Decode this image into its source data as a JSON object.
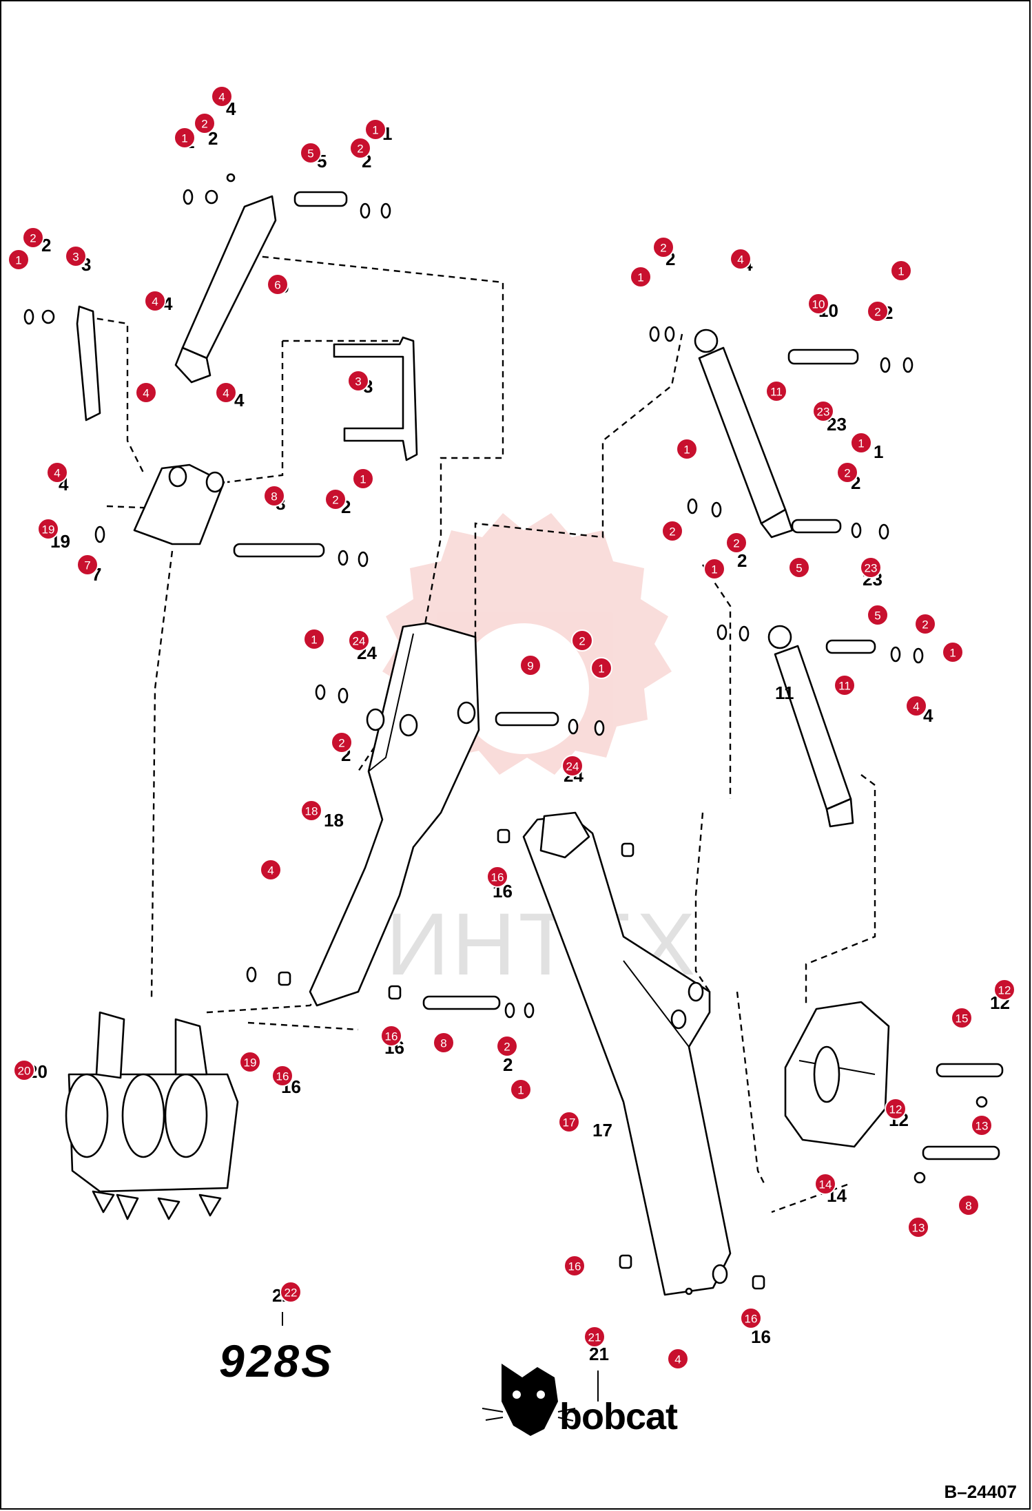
{
  "diagram": {
    "model_label": "928S",
    "brand_label": "bobcat",
    "drawing_id": "B–24407",
    "watermark_text": "ИНТЕХ",
    "callout_color": "#c8102e",
    "callouts": [
      "1",
      "2",
      "3",
      "4",
      "5",
      "6",
      "7",
      "8",
      "9",
      "10",
      "11",
      "12",
      "13",
      "14",
      "15",
      "16",
      "17",
      "18",
      "19",
      "20",
      "21",
      "22",
      "23",
      "24"
    ]
  }
}
